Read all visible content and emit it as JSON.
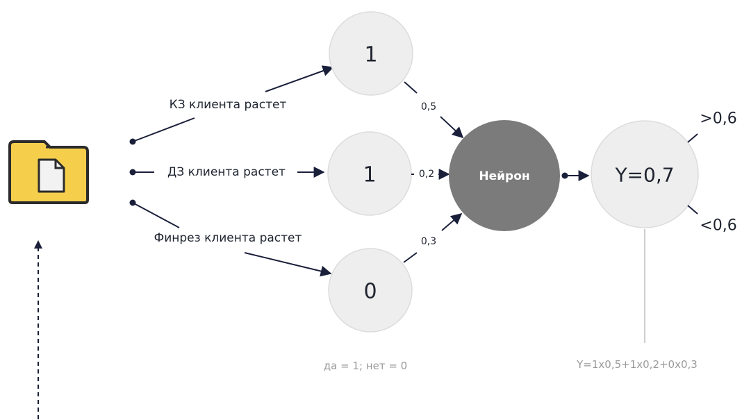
{
  "inputs": [
    {
      "label": "КЗ клиента растет",
      "value": "1",
      "weight": "0,5"
    },
    {
      "label": "ДЗ клиента растет",
      "value": "1",
      "weight": "0,2"
    },
    {
      "label": "Финрез клиента растет",
      "value": "0",
      "weight": "0,3"
    }
  ],
  "neuron": {
    "label": "Нейрон"
  },
  "output": {
    "label": "Y=0,7"
  },
  "thresholds": {
    "above": ">0,6",
    "below": "<0,6"
  },
  "legend": {
    "encoding": "да = 1; нет = 0"
  },
  "formula": "Y=1x0,5+1x0,2+0x0,3",
  "icons": {
    "document": "folder-with-document-icon"
  },
  "colors": {
    "node_fill": "#eeeeee",
    "node_stroke": "#dcdcdc",
    "neuron_fill": "#7b7b7b",
    "line": "#1a1f3a",
    "folder": "#f5cf4c",
    "folder_outline": "#2b2b2b",
    "caption": "#9a9a9a"
  }
}
